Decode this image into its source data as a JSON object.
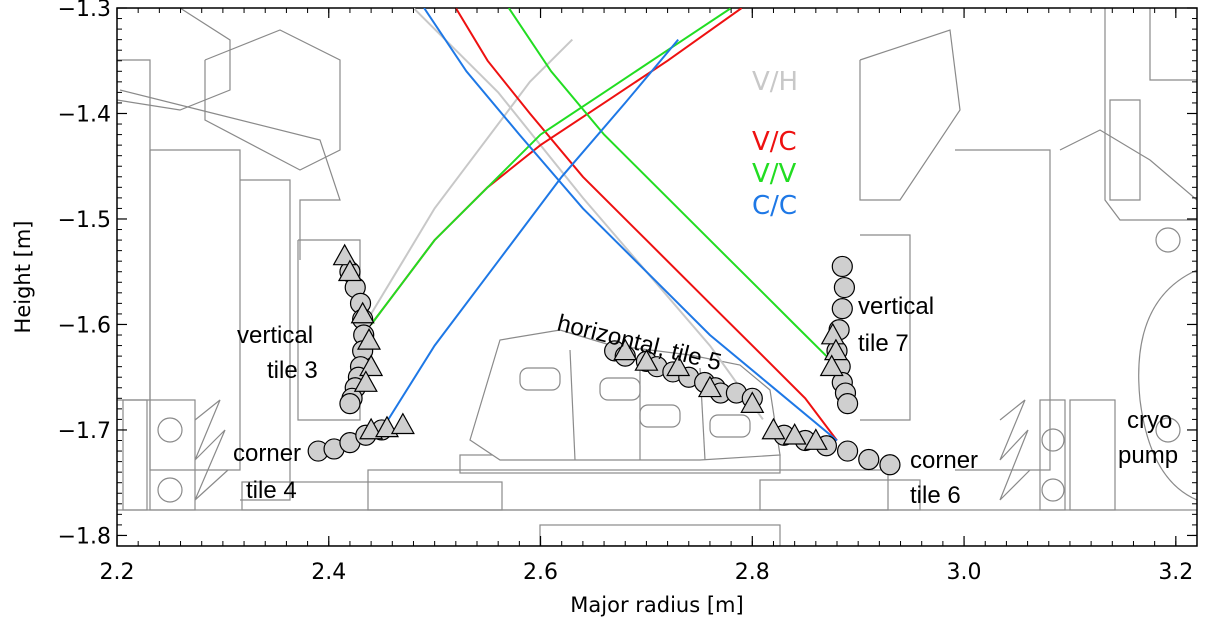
{
  "chart_data": {
    "type": "scatter",
    "title": "",
    "xlabel": "Major radius [m]",
    "ylabel": "Height [m]",
    "xlim": [
      2.2,
      3.22
    ],
    "ylim": [
      -1.81,
      -1.3
    ],
    "x_ticks": [
      2.2,
      2.4,
      2.6,
      2.8,
      3.0,
      3.2
    ],
    "x_tick_labels": [
      "2.2",
      "2.4",
      "2.6",
      "2.8",
      "3.0",
      "3.2"
    ],
    "y_ticks": [
      -1.3,
      -1.4,
      -1.5,
      -1.6,
      -1.7,
      -1.8
    ],
    "y_tick_labels": [
      "−1.3",
      "−1.4",
      "−1.5",
      "−1.6",
      "−1.7",
      "−1.8"
    ],
    "grid": false,
    "legend_placement": "top-center",
    "series": [
      {
        "name": "V/H",
        "color": "#c8c8c8",
        "x": [
          2.44,
          2.47,
          2.5,
          2.53,
          2.56,
          2.59,
          2.63
        ],
        "y": [
          -1.59,
          -1.54,
          -1.49,
          -1.45,
          -1.41,
          -1.37,
          -1.33
        ]
      },
      {
        "name": "V/H",
        "color": "#c8c8c8",
        "x": [
          2.48,
          2.52,
          2.56,
          2.6,
          2.64,
          2.7,
          2.76,
          2.81
        ],
        "y": [
          -1.3,
          -1.34,
          -1.38,
          -1.43,
          -1.48,
          -1.55,
          -1.62,
          -1.69
        ]
      },
      {
        "name": "V/C",
        "color": "#ee1111",
        "x": [
          2.44,
          2.47,
          2.5,
          2.55,
          2.6,
          2.66,
          2.72,
          2.79
        ],
        "y": [
          -1.6,
          -1.56,
          -1.52,
          -1.47,
          -1.43,
          -1.39,
          -1.35,
          -1.3
        ]
      },
      {
        "name": "V/C",
        "color": "#ee1111",
        "x": [
          2.52,
          2.55,
          2.59,
          2.64,
          2.7,
          2.76,
          2.81,
          2.85,
          2.88
        ],
        "y": [
          -1.3,
          -1.35,
          -1.4,
          -1.46,
          -1.52,
          -1.58,
          -1.63,
          -1.67,
          -1.71
        ]
      },
      {
        "name": "V/V",
        "color": "#22dd22",
        "x": [
          2.44,
          2.47,
          2.5,
          2.55,
          2.6,
          2.66,
          2.72,
          2.78
        ],
        "y": [
          -1.6,
          -1.56,
          -1.52,
          -1.47,
          -1.42,
          -1.38,
          -1.34,
          -1.3
        ]
      },
      {
        "name": "V/V",
        "color": "#22dd22",
        "x": [
          2.57,
          2.61,
          2.66,
          2.71,
          2.76,
          2.81,
          2.84,
          2.87
        ],
        "y": [
          -1.3,
          -1.36,
          -1.42,
          -1.47,
          -1.52,
          -1.57,
          -1.6,
          -1.63
        ]
      },
      {
        "name": "C/C",
        "color": "#1e78e6",
        "x": [
          2.45,
          2.5,
          2.56,
          2.62,
          2.68,
          2.73
        ],
        "y": [
          -1.7,
          -1.62,
          -1.54,
          -1.46,
          -1.39,
          -1.33
        ]
      },
      {
        "name": "C/C",
        "color": "#1e78e6",
        "x": [
          2.49,
          2.53,
          2.58,
          2.64,
          2.7,
          2.76,
          2.82,
          2.88
        ],
        "y": [
          -1.3,
          -1.36,
          -1.42,
          -1.49,
          -1.55,
          -1.61,
          -1.66,
          -1.71
        ]
      }
    ],
    "markers": {
      "tile3_circles": {
        "x": [
          2.42,
          2.425,
          2.43,
          2.432,
          2.433,
          2.432,
          2.43,
          2.428,
          2.425,
          2.422,
          2.42
        ],
        "y": [
          -1.55,
          -1.565,
          -1.58,
          -1.595,
          -1.61,
          -1.625,
          -1.64,
          -1.65,
          -1.66,
          -1.67,
          -1.675
        ]
      },
      "tile3_triangles": {
        "x": [
          2.415,
          2.42,
          2.432,
          2.438,
          2.44,
          2.435
        ],
        "y": [
          -1.535,
          -1.55,
          -1.59,
          -1.615,
          -1.64,
          -1.655
        ]
      },
      "tile4_circles": {
        "x": [
          2.39,
          2.405,
          2.42,
          2.435,
          2.45
        ],
        "y": [
          -1.72,
          -1.718,
          -1.712,
          -1.705,
          -1.7
        ]
      },
      "tile4_triangles": {
        "x": [
          2.44,
          2.455,
          2.47
        ],
        "y": [
          -1.7,
          -1.698,
          -1.695
        ]
      },
      "tile5_circles": {
        "x": [
          2.67,
          2.68,
          2.7,
          2.71,
          2.725,
          2.74,
          2.755,
          2.765,
          2.77,
          2.785,
          2.8
        ],
        "y": [
          -1.625,
          -1.63,
          -1.635,
          -1.64,
          -1.645,
          -1.65,
          -1.655,
          -1.66,
          -1.665,
          -1.665,
          -1.67
        ]
      },
      "tile5_triangles": {
        "x": [
          2.68,
          2.7,
          2.73,
          2.76,
          2.8
        ],
        "y": [
          -1.625,
          -1.635,
          -1.64,
          -1.66,
          -1.675
        ]
      },
      "tile6_circles": {
        "x": [
          2.83,
          2.85,
          2.87,
          2.89,
          2.91,
          2.93
        ],
        "y": [
          -1.705,
          -1.71,
          -1.715,
          -1.72,
          -1.728,
          -1.733
        ]
      },
      "tile6_triangles": {
        "x": [
          2.82,
          2.84,
          2.86
        ],
        "y": [
          -1.7,
          -1.705,
          -1.71
        ]
      },
      "tile7_circles": {
        "x": [
          2.885,
          2.887,
          2.885,
          2.882,
          2.88,
          2.883,
          2.885,
          2.888,
          2.89
        ],
        "y": [
          -1.545,
          -1.565,
          -1.585,
          -1.605,
          -1.625,
          -1.64,
          -1.655,
          -1.665,
          -1.675
        ]
      },
      "tile7_triangles": {
        "x": [
          2.876,
          2.879,
          2.875
        ],
        "y": [
          -1.61,
          -1.625,
          -1.64
        ]
      }
    },
    "legend": [
      "V/H",
      "V/C",
      "V/V",
      "C/C"
    ],
    "annotations": [
      {
        "line1": "vertical",
        "line2": "tile 3"
      },
      {
        "line1": "corner",
        "line2": "tile 4"
      },
      {
        "line1": "horizontal, tile 5",
        "line2": ""
      },
      {
        "line1": "corner",
        "line2": "tile 6"
      },
      {
        "line1": "vertical",
        "line2": "tile 7"
      },
      {
        "line1": "cryo",
        "line2": "pump"
      }
    ]
  }
}
